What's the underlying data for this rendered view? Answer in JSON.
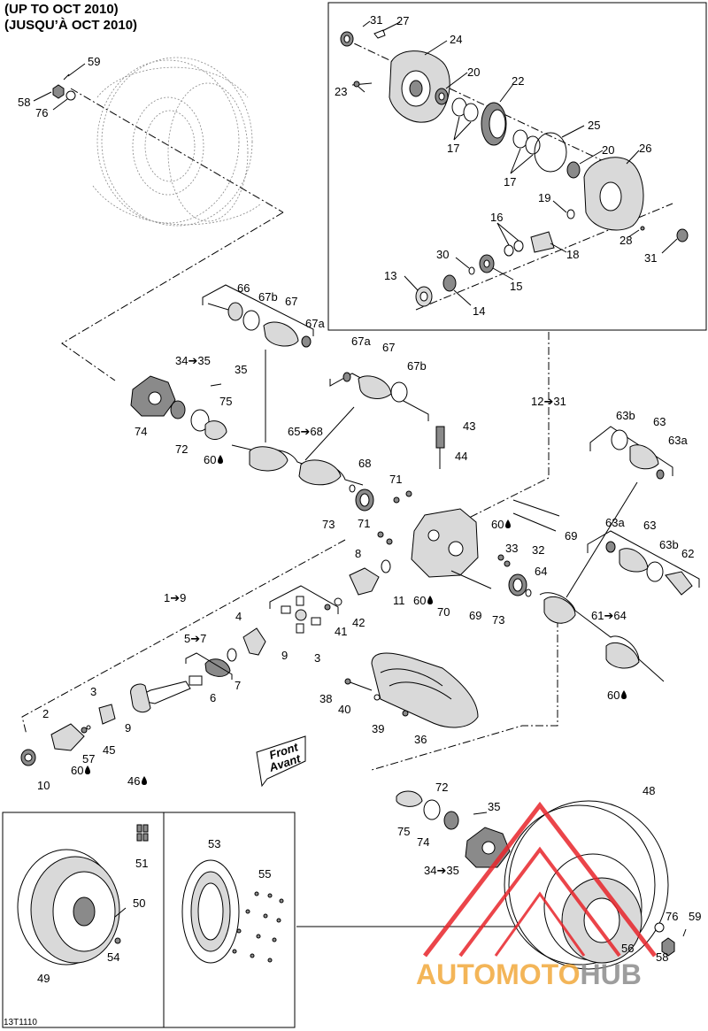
{
  "header": {
    "line1": "(UP TO OCT 2010)",
    "line2": "(JUSQU’À OCT 2010)"
  },
  "drawing_code": "13T1110",
  "front_arrow": {
    "line1": "Front",
    "line2": "Avant"
  },
  "watermark": {
    "text": "AUTOMOTOHUB",
    "colors": {
      "orange": "#f2a93b",
      "red": "#e8252b",
      "gray": "#8c8c8c"
    }
  },
  "callouts": {
    "c31a": "31",
    "c27": "27",
    "c24": "24",
    "c23": "23",
    "c20a": "20",
    "c22": "22",
    "c17a": "17",
    "c25": "25",
    "c20b": "20",
    "c26": "26",
    "c17b": "17",
    "c19": "19",
    "c16": "16",
    "c28": "28",
    "c18": "18",
    "c30": "30",
    "c31b": "31",
    "c13": "13",
    "c15": "15",
    "c14": "14",
    "c59a": "59",
    "c58a": "58",
    "c76a": "76",
    "c66": "66",
    "c67b_a": "67b",
    "c67_a": "67",
    "c67a_a": "67a",
    "c34_35a": "34➔35",
    "c35a": "35",
    "c75a": "75",
    "c74a": "74",
    "c72a": "72",
    "c60a": "60",
    "c65_68": "65➔68",
    "c67a_b": "67a",
    "c67_b": "67",
    "c67b_b": "67b",
    "c12_31": "12➔31",
    "c68": "68",
    "c43": "43",
    "c44": "44",
    "c71a": "71",
    "c73a": "73",
    "c71b": "71",
    "c60b": "60",
    "c69a": "69",
    "c33": "33",
    "c32": "32",
    "c63b_a": "63b",
    "c63_a": "63",
    "c63a_a": "63a",
    "c63a_b": "63a",
    "c63_b": "63",
    "c63b_b": "63b",
    "c62": "62",
    "c64": "64",
    "c8": "8",
    "c11": "11",
    "c60c": "60",
    "c70": "70",
    "c69b": "69",
    "c73b": "73",
    "c61_64": "61➔64",
    "c60d": "60",
    "c1_9": "1➔9",
    "c4": "4",
    "c5_7": "5➔7",
    "c41": "41",
    "c42": "42",
    "c9a": "9",
    "c3a": "3",
    "c6": "6",
    "c7": "7",
    "c3b": "3",
    "c2": "2",
    "c9b": "9",
    "c57": "57",
    "c45": "45",
    "c60e": "60",
    "c46": "46",
    "c10": "10",
    "c38": "38",
    "c40": "40",
    "c39": "39",
    "c36": "36",
    "c48": "48",
    "c72b": "72",
    "c35b": "35",
    "c75b": "75",
    "c74b": "74",
    "c34_35b": "34➔35",
    "c76b": "76",
    "c59b": "59",
    "c56": "56",
    "c58b": "58",
    "c53": "53",
    "c51": "51",
    "c50": "50",
    "c55": "55",
    "c54": "54",
    "c49": "49"
  }
}
